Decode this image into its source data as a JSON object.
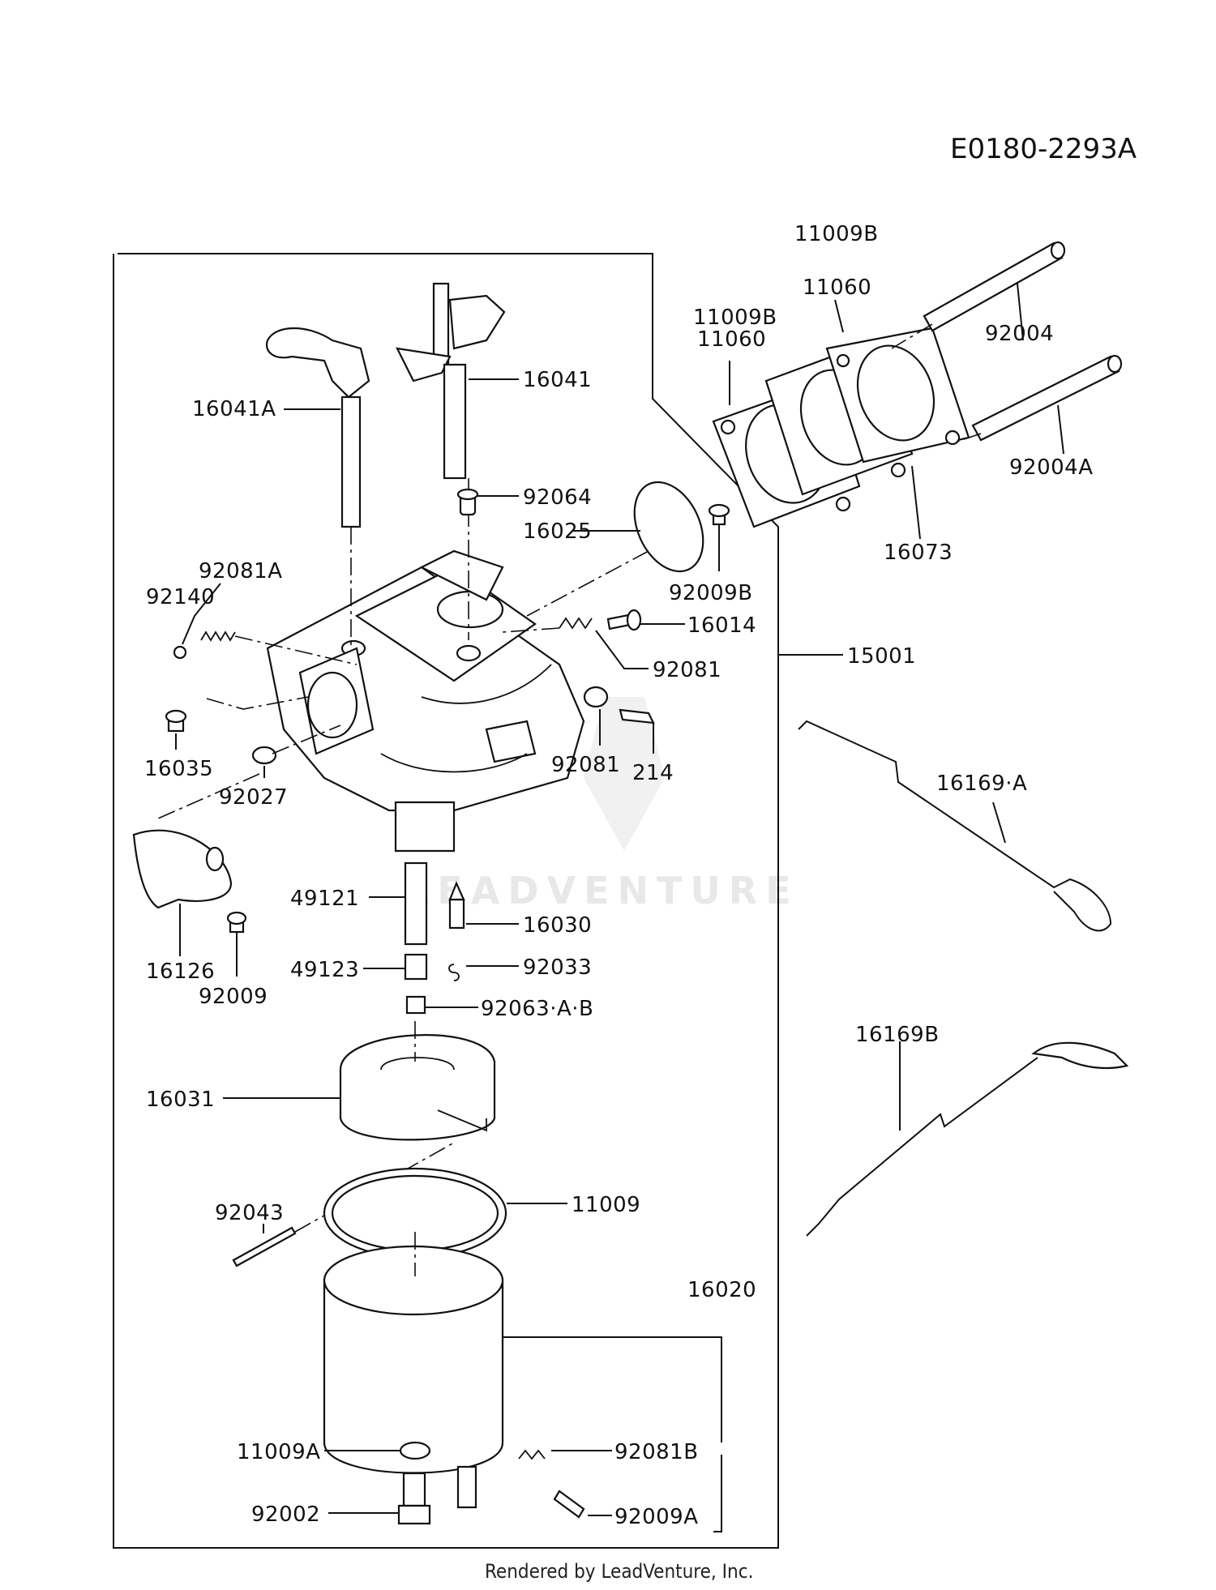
{
  "diagram_code": "E0180-2293A",
  "watermark": "LEADVENTURE",
  "footer": "Rendered by LeadVenture, Inc.",
  "labels": {
    "p16041A": "16041A",
    "p16041": "16041",
    "p92064": "92064",
    "p16025": "16025",
    "p92009B": "92009B",
    "p92081A": "92081A",
    "p92140": "92140",
    "p16014": "16014",
    "p92081_top": "92081",
    "p15001": "15001",
    "p16035": "16035",
    "p92027": "92027",
    "p92081_mid": "92081",
    "p214": "214",
    "p16126": "16126",
    "p92009": "92009",
    "p49121": "49121",
    "p16030": "16030",
    "p49123": "49123",
    "p92033": "92033",
    "p92063AB": "92063·A·B",
    "p16031": "16031",
    "p92043": "92043",
    "p11009": "11009",
    "p16020": "16020",
    "p11009A": "11009A",
    "p92081B": "92081B",
    "p92002": "92002",
    "p92009A": "92009A",
    "p11009B_a": "11009B",
    "p11060_a": "11060",
    "p11009B_b": "11009B",
    "p11060_b": "11060",
    "p92004": "92004",
    "p92004A": "92004A",
    "p16073": "16073",
    "p16169A": "16169·A",
    "p16169B": "16169B"
  }
}
